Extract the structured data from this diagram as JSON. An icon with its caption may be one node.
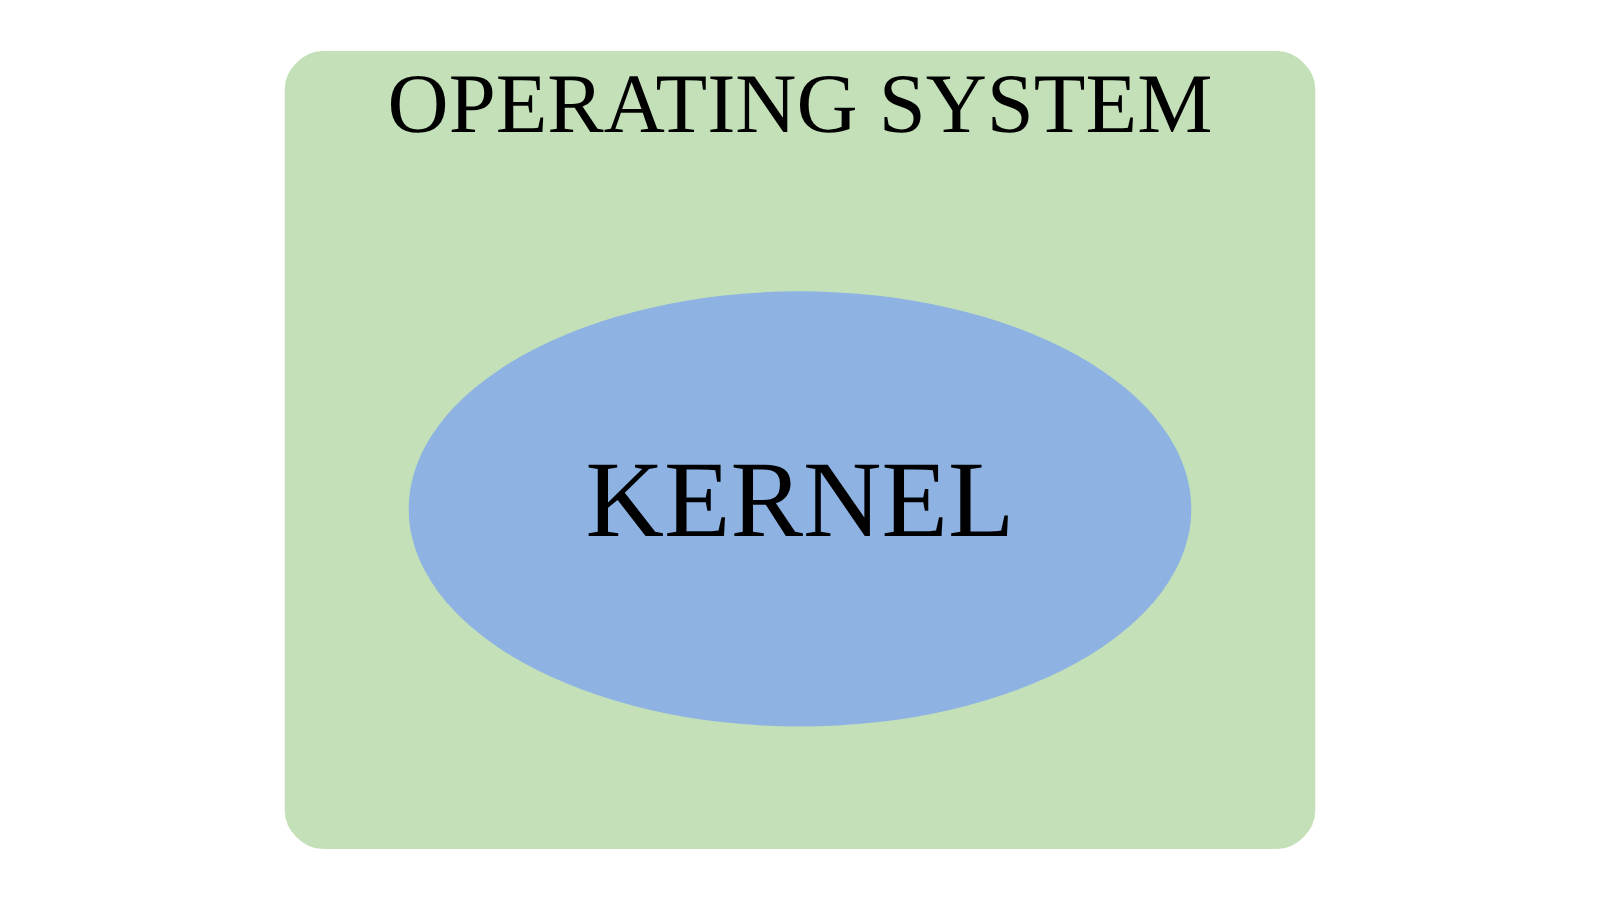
{
  "diagram": {
    "nodes": [
      {
        "text": [
          "OPERATING SYSTEM"
        ]
      },
      {
        "text": [
          "KERNEL"
        ],
        "in": 0
      }
    ]
  }
}
